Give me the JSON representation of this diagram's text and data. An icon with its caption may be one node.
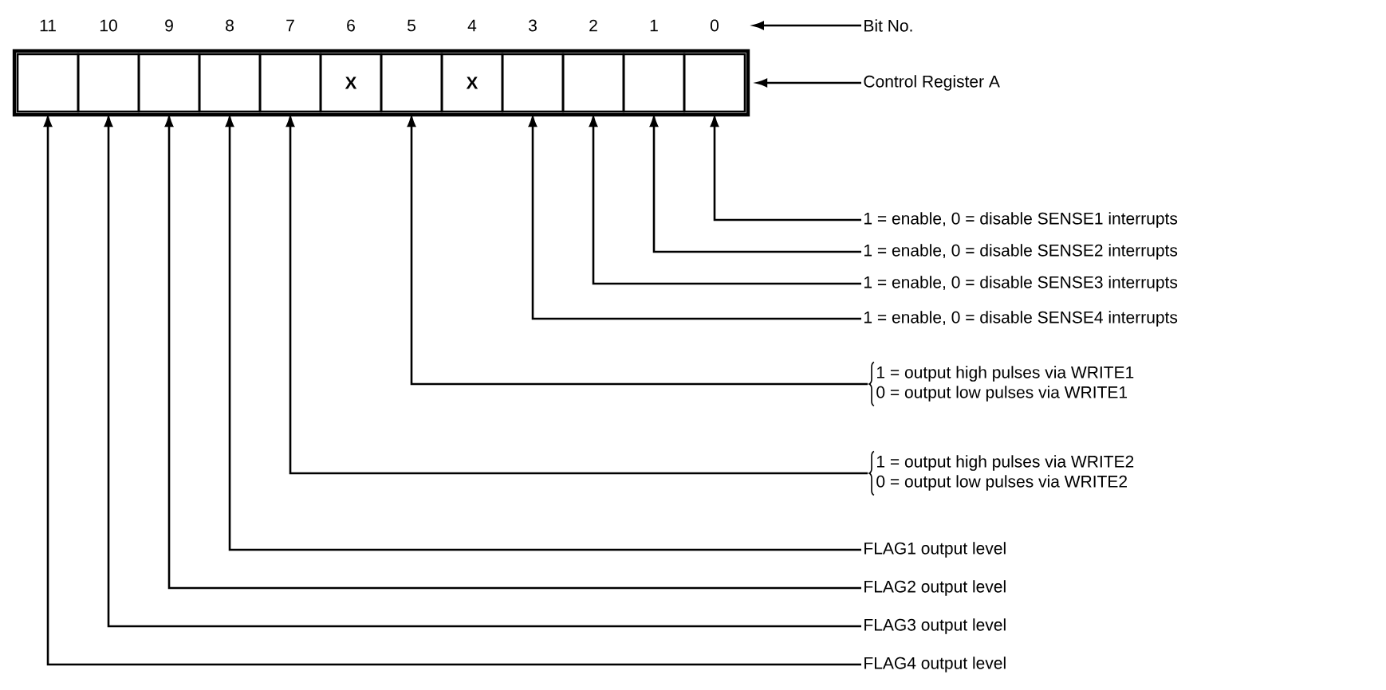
{
  "diagram": {
    "nodes": [
      {
        "text": [],
        "shape": "box"
      },
      {
        "text": [],
        "shape": "box",
        "in": 0,
        "beside": [
          "11"
        ]
      },
      {
        "text": [],
        "shape": "box",
        "in": 0,
        "beside": [
          "10"
        ]
      },
      {
        "text": [],
        "shape": "box",
        "in": 0,
        "beside": [
          "9"
        ]
      },
      {
        "text": [],
        "shape": "box",
        "in": 0,
        "beside": [
          "8"
        ]
      },
      {
        "text": [],
        "shape": "box",
        "in": 0,
        "beside": [
          "7"
        ]
      },
      {
        "text": [
          "X"
        ],
        "in": 0,
        "beside": [
          "6"
        ]
      },
      {
        "text": [],
        "shape": "box",
        "in": 0,
        "beside": [
          "5"
        ]
      },
      {
        "text": [
          "X"
        ],
        "in": 0,
        "beside": [
          "4"
        ]
      },
      {
        "text": [],
        "shape": "box",
        "in": 0,
        "beside": [
          "3"
        ]
      },
      {
        "text": [],
        "shape": "box",
        "in": 0,
        "beside": [
          "2"
        ]
      },
      {
        "text": [],
        "shape": "box",
        "in": 0,
        "beside": [
          "1"
        ]
      },
      {
        "text": [],
        "shape": "box",
        "in": 0,
        "beside": [
          "0"
        ]
      },
      {
        "text": [
          "Bit No."
        ]
      },
      {
        "text": [
          "Control Register A"
        ]
      },
      {
        "text": [
          "1 = enable, 0 = disable SENSE1 interrupts"
        ]
      },
      {
        "text": [
          "1 = enable, 0 = disable SENSE2 interrupts"
        ]
      },
      {
        "text": [
          "1 = enable, 0 = disable SENSE3 interrupts"
        ]
      },
      {
        "text": [
          "1 = enable, 0 = disable SENSE4 interrupts"
        ]
      },
      {
        "text": [
          "1 = output high pulses via WRITE1",
          "0 = output low pulses via WRITE1"
        ]
      },
      {
        "text": [
          "1 = output high pulses via WRITE2",
          "0 = output low pulses via WRITE2"
        ]
      },
      {
        "text": [
          "FLAG1 output level"
        ]
      },
      {
        "text": [
          "FLAG2 output level"
        ]
      },
      {
        "text": [
          "FLAG3 output level"
        ]
      },
      {
        "text": [
          "FLAG4 output level"
        ]
      }
    ],
    "edges": [
      {
        "from": 13,
        "to": null,
        "arrow": "to"
      },
      {
        "from": 14,
        "to": 0,
        "arrow": "to"
      },
      {
        "from": 15,
        "to": 12,
        "arrow": "to"
      },
      {
        "from": 16,
        "to": 11,
        "arrow": "to"
      },
      {
        "from": 17,
        "to": 10,
        "arrow": "to"
      },
      {
        "from": 18,
        "to": 9,
        "arrow": "to"
      },
      {
        "from": 19,
        "to": 7,
        "arrow": "to"
      },
      {
        "from": 20,
        "to": 5,
        "arrow": "to"
      },
      {
        "from": 21,
        "to": 4,
        "arrow": "to"
      },
      {
        "from": 22,
        "to": 3,
        "arrow": "to"
      },
      {
        "from": 23,
        "to": 2,
        "arrow": "to"
      },
      {
        "from": 24,
        "to": 1,
        "arrow": "to"
      }
    ]
  }
}
